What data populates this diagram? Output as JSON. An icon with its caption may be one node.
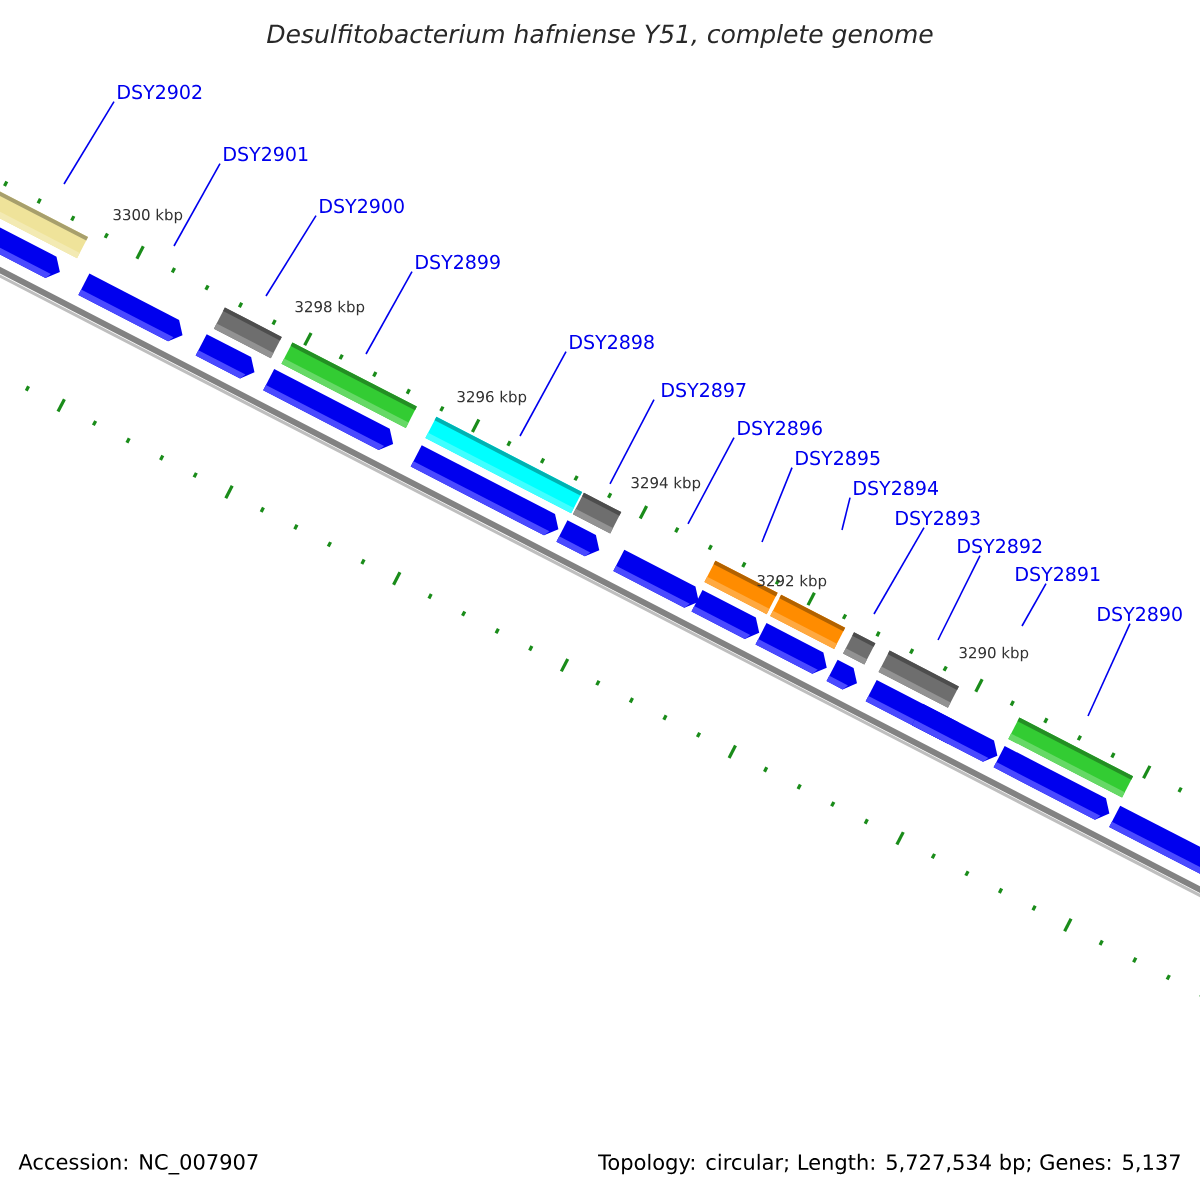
{
  "diagram": {
    "title": "Desulfitobacterium hafniense Y51, complete genome",
    "nodes": [
      {
        "text": [
          "DSY2902"
        ]
      },
      {
        "text": [
          "DSY2901"
        ]
      },
      {
        "text": [
          "DSY2900"
        ]
      },
      {
        "text": [
          "DSY2899"
        ]
      },
      {
        "text": [
          "DSY2898"
        ]
      },
      {
        "text": [
          "DSY2897"
        ]
      },
      {
        "text": [
          "DSY2896"
        ]
      },
      {
        "text": [
          "DSY2895"
        ]
      },
      {
        "text": [
          "DSY2894"
        ]
      },
      {
        "text": [
          "DSY2893"
        ]
      },
      {
        "text": [
          "DSY2892"
        ]
      },
      {
        "text": [
          "DSY2891"
        ]
      },
      {
        "text": [
          "DSY2890"
        ]
      }
    ],
    "edges": [
      {
        "from": 0,
        "to": null,
        "arrow": "none"
      },
      {
        "from": 1,
        "to": null,
        "arrow": "none"
      },
      {
        "from": 2,
        "to": null,
        "arrow": "none"
      },
      {
        "from": 3,
        "to": null,
        "arrow": "none"
      },
      {
        "from": 4,
        "to": null,
        "arrow": "none"
      },
      {
        "from": 5,
        "to": null,
        "arrow": "none"
      },
      {
        "from": 6,
        "to": null,
        "arrow": "none"
      },
      {
        "from": 7,
        "to": null,
        "arrow": "none"
      },
      {
        "from": 8,
        "to": null,
        "arrow": "none"
      },
      {
        "from": 9,
        "to": null,
        "arrow": "none"
      },
      {
        "from": 10,
        "to": null,
        "arrow": "none"
      },
      {
        "from": 11,
        "to": null,
        "arrow": "none"
      },
      {
        "from": 12,
        "to": null,
        "arrow": "none"
      }
    ],
    "labels": [
      "3300 kbp",
      "3298 kbp",
      "3296 kbp",
      "3294 kbp",
      "3292 kbp",
      "3290 kbp",
      "Accession: NC_007907",
      "Topology: circular; Length: 5,727,534 bp; Genes: 5,137"
    ]
  }
}
